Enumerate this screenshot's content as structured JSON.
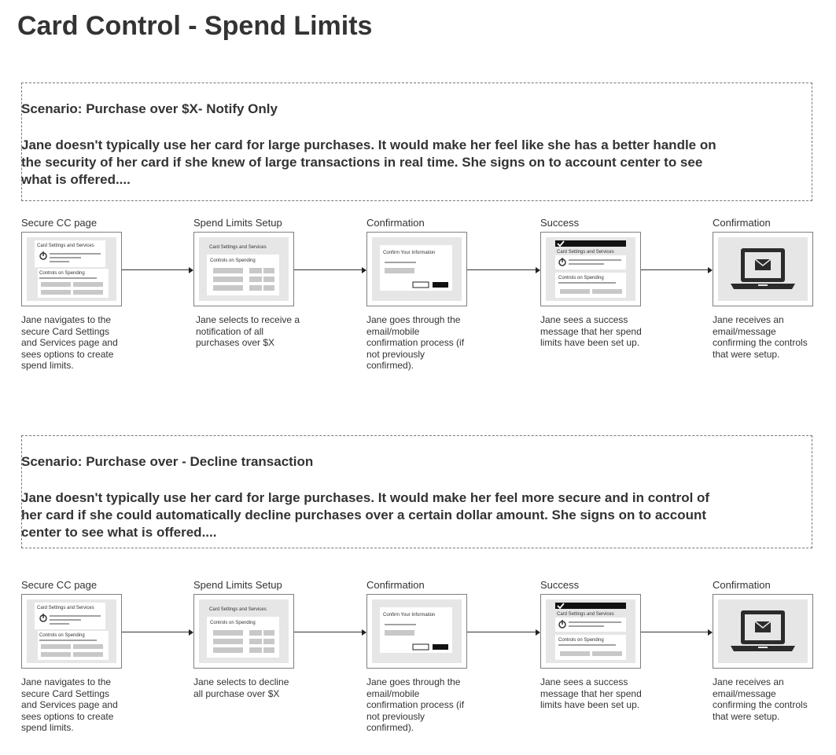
{
  "page": {
    "title": "Card Control - Spend Limits"
  },
  "mockups": {
    "card_settings_title": "Card Settings and Services",
    "controls_title": "Controls on Spending",
    "confirm_title": "Confirm Your Information"
  },
  "scenarios": [
    {
      "title": "Scenario: Purchase over $X- Notify Only",
      "description_lines": [
        "Jane doesn't typically use her card for large purchases.  It would make her feel like she has a better handle on",
        "the security of her card if she knew of large transactions in real time. She signs on to account center to see",
        "what is offered...."
      ],
      "steps": [
        {
          "label": "Secure CC page",
          "description": "Jane navigates to the secure Card Settings and Services page and sees options to create spend limits."
        },
        {
          "label": "Spend Limits Setup",
          "description": "Jane selects to receive a notification of all purchases over $X"
        },
        {
          "label": "Confirmation",
          "description": "Jane goes through the email/mobile confirmation process (if not previously confirmed)."
        },
        {
          "label": "Success",
          "description": "Jane sees a success message that her spend limits have been set up."
        },
        {
          "label": "Confirmation",
          "description": "Jane receives an email/message confirming the controls that were setup."
        }
      ]
    },
    {
      "title": "Scenario: Purchase over - Decline transaction",
      "description_lines": [
        "Jane doesn't typically use her card for large purchases.  It would make her feel more secure and in control of",
        "her card if she could automatically decline purchases over a certain dollar amount. She signs on to account",
        "center to see what is offered...."
      ],
      "steps": [
        {
          "label": "Secure CC page",
          "description": "Jane navigates to the secure Card Settings and Services page and sees options to create spend limits."
        },
        {
          "label": "Spend Limits Setup",
          "description": "Jane selects to decline all purchase over $X"
        },
        {
          "label": "Confirmation",
          "description": "Jane goes through the email/mobile confirmation process (if not previously confirmed)."
        },
        {
          "label": "Success",
          "description": "Jane sees a success message that her spend limits have been set up."
        },
        {
          "label": "Confirmation",
          "description": "Jane receives an email/message confirming the controls that were setup."
        }
      ]
    }
  ]
}
